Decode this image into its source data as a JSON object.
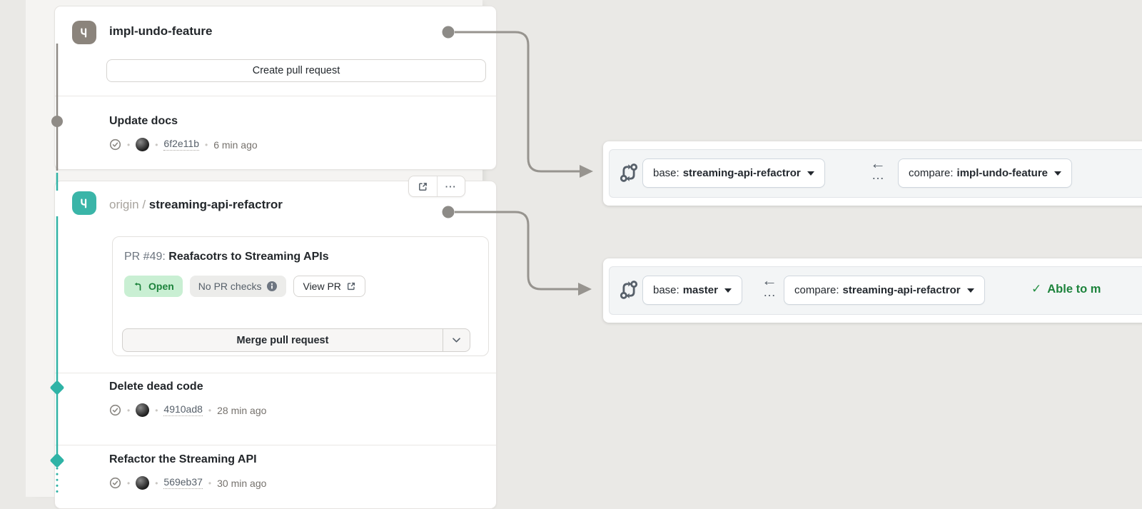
{
  "colors": {
    "teal_accent": "#3ab5a8",
    "gray_branch": "#8b847c",
    "arrow_gray": "#97948f",
    "open_badge_bg": "#c9efd3",
    "open_badge_text": "#1d833c",
    "merge_status_green": "#1d833c",
    "toolbar_bg": "#f3f5f6",
    "page_bg": "#eae9e6"
  },
  "glyphs": {
    "bullet": "•",
    "ellipsis": "···",
    "left_arrow": "←",
    "check": "✓",
    "dots_more": "…"
  },
  "icons": [
    "git-branch-icon",
    "git-compare-icon",
    "external-link-icon",
    "ellipsis-icon",
    "check-circle-icon",
    "info-icon",
    "pull-request-icon",
    "chevron-down-icon",
    "caret-down-icon"
  ],
  "left_panel": {
    "cards": [
      {
        "branch_name": "impl-undo-feature",
        "action_label": "Create pull request",
        "commits": [
          {
            "title": "Update docs",
            "hash": "6f2e11b",
            "time": "6 min ago"
          }
        ]
      },
      {
        "remote": "origin",
        "separator": "/",
        "branch_name": "streaming-api-refactror",
        "pr": {
          "label": "PR #49:",
          "title": "Reafacotrs to Streaming APIs",
          "status_label": "Open",
          "checks_label": "No PR checks",
          "view_label": "View PR",
          "merge_label": "Merge pull request"
        },
        "commits": [
          {
            "title": "Delete dead code",
            "hash": "4910ad8",
            "time": "28 min ago"
          },
          {
            "title": "Refactor the Streaming API",
            "hash": "569eb37",
            "time": "30 min ago"
          }
        ]
      }
    ]
  },
  "compare_bars": [
    {
      "base_prefix": "base:",
      "base_branch": "streaming-api-refactror",
      "compare_prefix": "compare:",
      "compare_branch": "impl-undo-feature",
      "status": ""
    },
    {
      "base_prefix": "base:",
      "base_branch": "master",
      "compare_prefix": "compare:",
      "compare_branch": "streaming-api-refactror",
      "status": "Able to m"
    }
  ]
}
